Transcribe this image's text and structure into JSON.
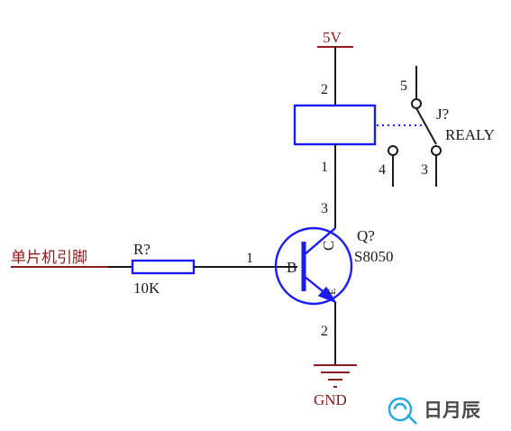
{
  "power": {
    "label": "5V"
  },
  "ground": {
    "label": "GND"
  },
  "input": {
    "label": "单片机引脚"
  },
  "resistor": {
    "designator": "R?",
    "value": "10K"
  },
  "transistor": {
    "designator": "Q?",
    "part": "S8050",
    "base_label": "B",
    "collector_label": "C",
    "emitter_label": "E"
  },
  "relay": {
    "designator": "J?",
    "part": "REALY",
    "pins": {
      "coil_top": "2",
      "coil_bottom": "1",
      "switch_common": "5",
      "switch_nc": "4",
      "switch_no": "3"
    }
  },
  "wire_pins": {
    "base_pin": "1",
    "collector_pin": "3",
    "emitter_pin": "2"
  },
  "watermark": {
    "text": "日月辰"
  },
  "colors": {
    "wire": "#1a1a1a",
    "component": "#1a1aff",
    "net_label": "#8b1a1a"
  }
}
